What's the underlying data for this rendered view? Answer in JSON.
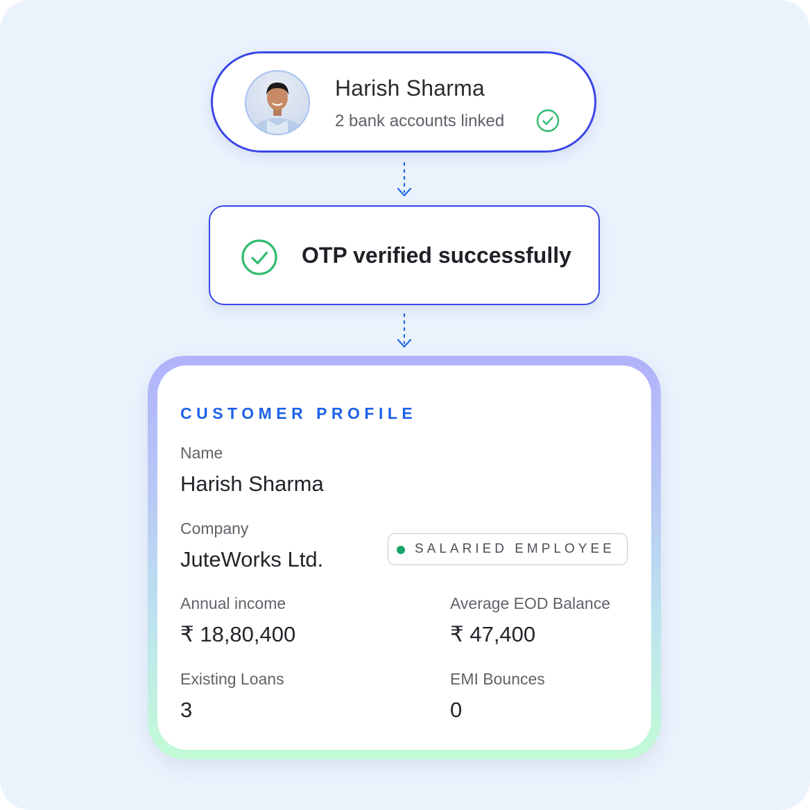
{
  "user": {
    "name": "Harish Sharma",
    "subtitle": "2 bank accounts linked"
  },
  "otp": {
    "message": "OTP verified successfully"
  },
  "profile": {
    "heading": "CUSTOMER PROFILE",
    "name_label": "Name",
    "name_value": "Harish Sharma",
    "company_label": "Company",
    "company_value": "JuteWorks Ltd.",
    "employment_badge": "SALARIED EMPLOYEE",
    "annual_income_label": "Annual income",
    "annual_income_value": "₹ 18,80,400",
    "eod_balance_label": "Average EOD Balance",
    "eod_balance_value": "₹ 47,400",
    "existing_loans_label": "Existing Loans",
    "existing_loans_value": "3",
    "emi_bounces_label": "EMI Bounces",
    "emi_bounces_value": "0"
  },
  "colors": {
    "background": "#eaf2fc",
    "accent_blue": "#3a46e6",
    "heading_blue": "#1d62e8",
    "success_green": "#2fba6e",
    "badge_dot": "#1aa36b"
  },
  "icons": {
    "avatar": "user-photo",
    "linked_check": "check-circle-icon",
    "otp_check": "check-circle-icon",
    "flow_arrow": "dashed-arrow-down-icon"
  }
}
